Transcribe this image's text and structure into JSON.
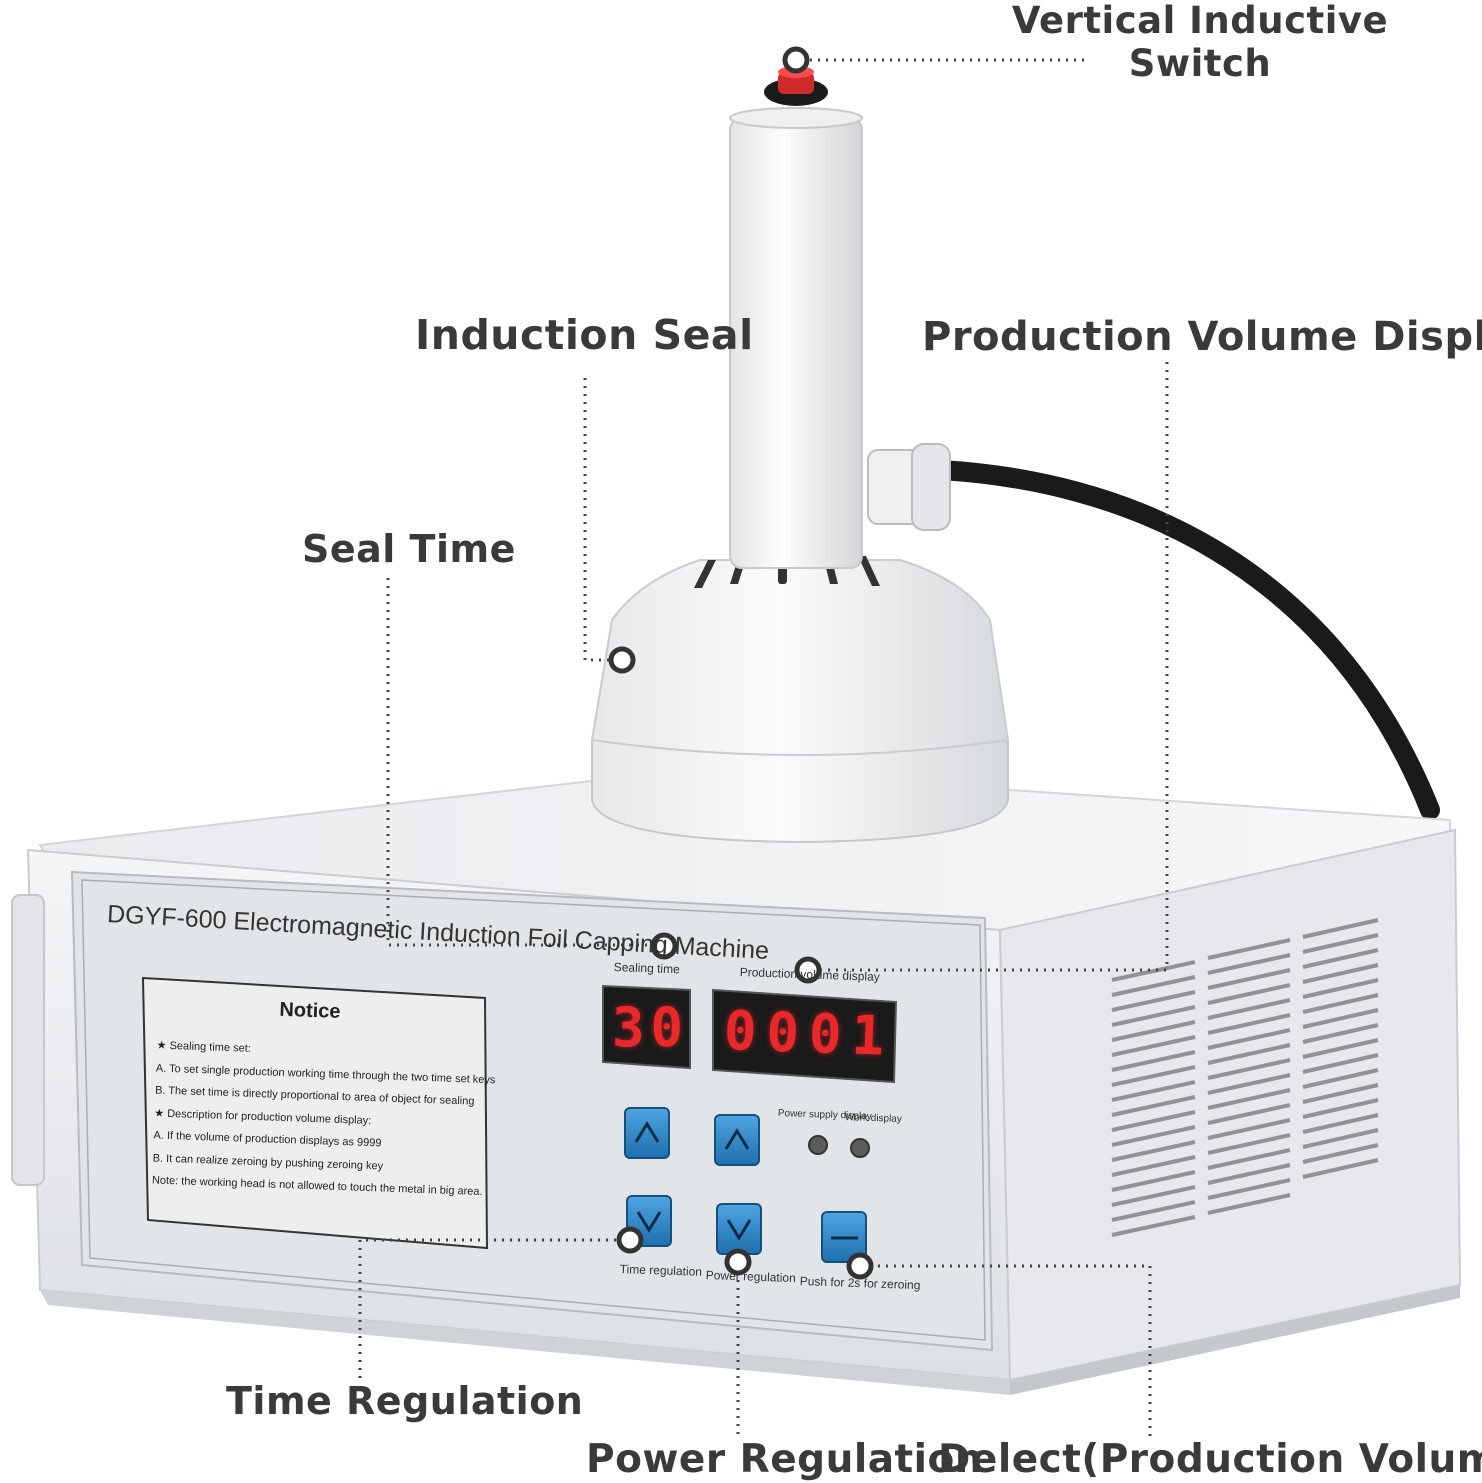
{
  "callouts": {
    "vertical_switch": "Vertical Inductive\nSwitch",
    "vertical_switch_line1": "Vertical Inductive",
    "vertical_switch_line2": "Switch",
    "induction_seal": "Induction Seal",
    "production_volume_display": "Production Volume Display",
    "seal_time": "Seal Time",
    "time_regulation": "Time Regulation",
    "power_regulation": "Power Regulation",
    "delect": "Delect(Production Volume)"
  },
  "panel": {
    "title": "DGYF-600 Electromagnetic Induction Foil Capping Machine",
    "sealing_time_label": "Sealing time",
    "production_label": "Production volume display",
    "sealing_time_value": "30",
    "production_value": "0001",
    "power_supply_label": "Power supply display",
    "work_label": "Work display",
    "time_reg_label": "Time regulation",
    "power_reg_label": "Power regulation",
    "zeroing_label": "Push for 2s for zeroing",
    "up_symbol": "^",
    "down_symbol": "v",
    "minus_symbol": "—"
  },
  "notice": {
    "title": "Notice",
    "lines": [
      "★ Sealing time set:",
      "A. To set single production working time through the two time set keys",
      "B. The set time is directly proportional to area of object for sealing",
      "★ Description for production volume display:",
      "A. If the volume of production displays as 9999",
      "B. It can realize zeroing by pushing zeroing key",
      "Note: the working head is not allowed to touch the metal in big area."
    ]
  },
  "colors": {
    "label_text": "#3a3a3a",
    "machine_body": "#eef0f3",
    "panel_face": "#dfe2e6",
    "led_red": "#e8282a",
    "key_blue": "#2f86c9",
    "cable": "#1a1a1a"
  }
}
